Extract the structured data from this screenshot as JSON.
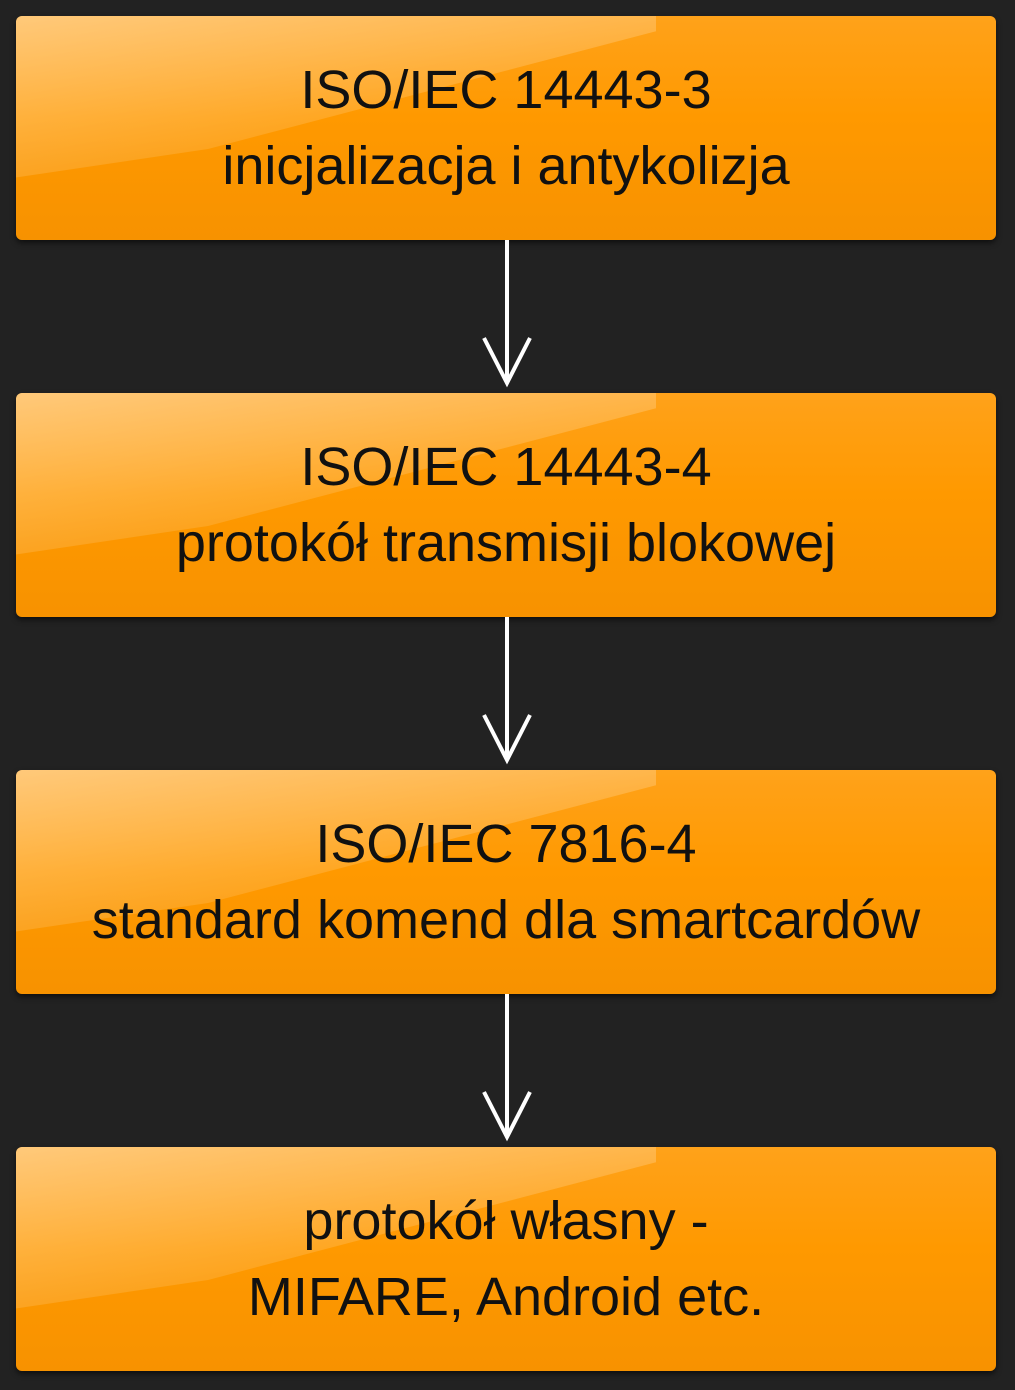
{
  "boxes": [
    {
      "line1": "ISO/IEC 14443-3",
      "line2": "inicjalizacja i antykolizja"
    },
    {
      "line1": "ISO/IEC 14443-4",
      "line2": "protokół transmisji blokowej"
    },
    {
      "line1": "ISO/IEC 7816-4",
      "line2": "standard komend dla smartcardów"
    },
    {
      "line1": "protokół własny -",
      "line2": "MIFARE, Android etc."
    }
  ],
  "colors": {
    "background": "#222222",
    "box": "#ff9900",
    "text": "#111111",
    "arrow": "#ffffff"
  }
}
